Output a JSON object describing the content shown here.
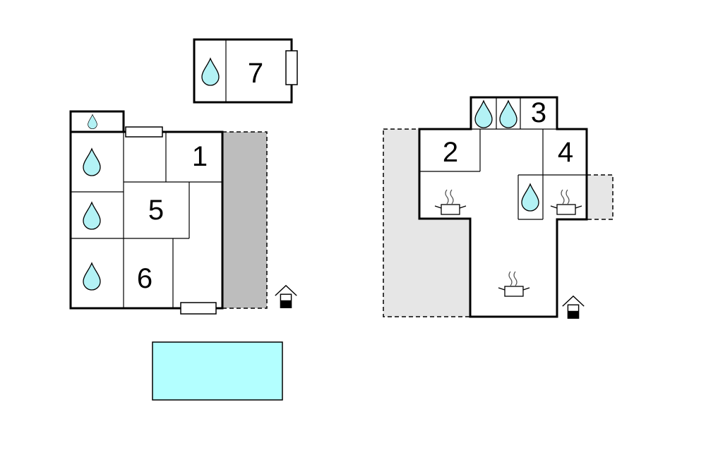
{
  "colors": {
    "bathroom_drop": "#b3f2f5",
    "pool": "#b3ffff",
    "terrace_dark": "#bdbdbd",
    "terrace_light": "#e6e6e6",
    "wall": "#000000"
  },
  "rooms": {
    "r1": "1",
    "r2": "2",
    "r3": "3",
    "r4": "4",
    "r5": "5",
    "r6": "6",
    "r7": "7"
  },
  "icons": {
    "bathroom": "water-drop-icon",
    "kitchen": "cooking-pot-icon",
    "entrance": "entrance-house-icon"
  }
}
